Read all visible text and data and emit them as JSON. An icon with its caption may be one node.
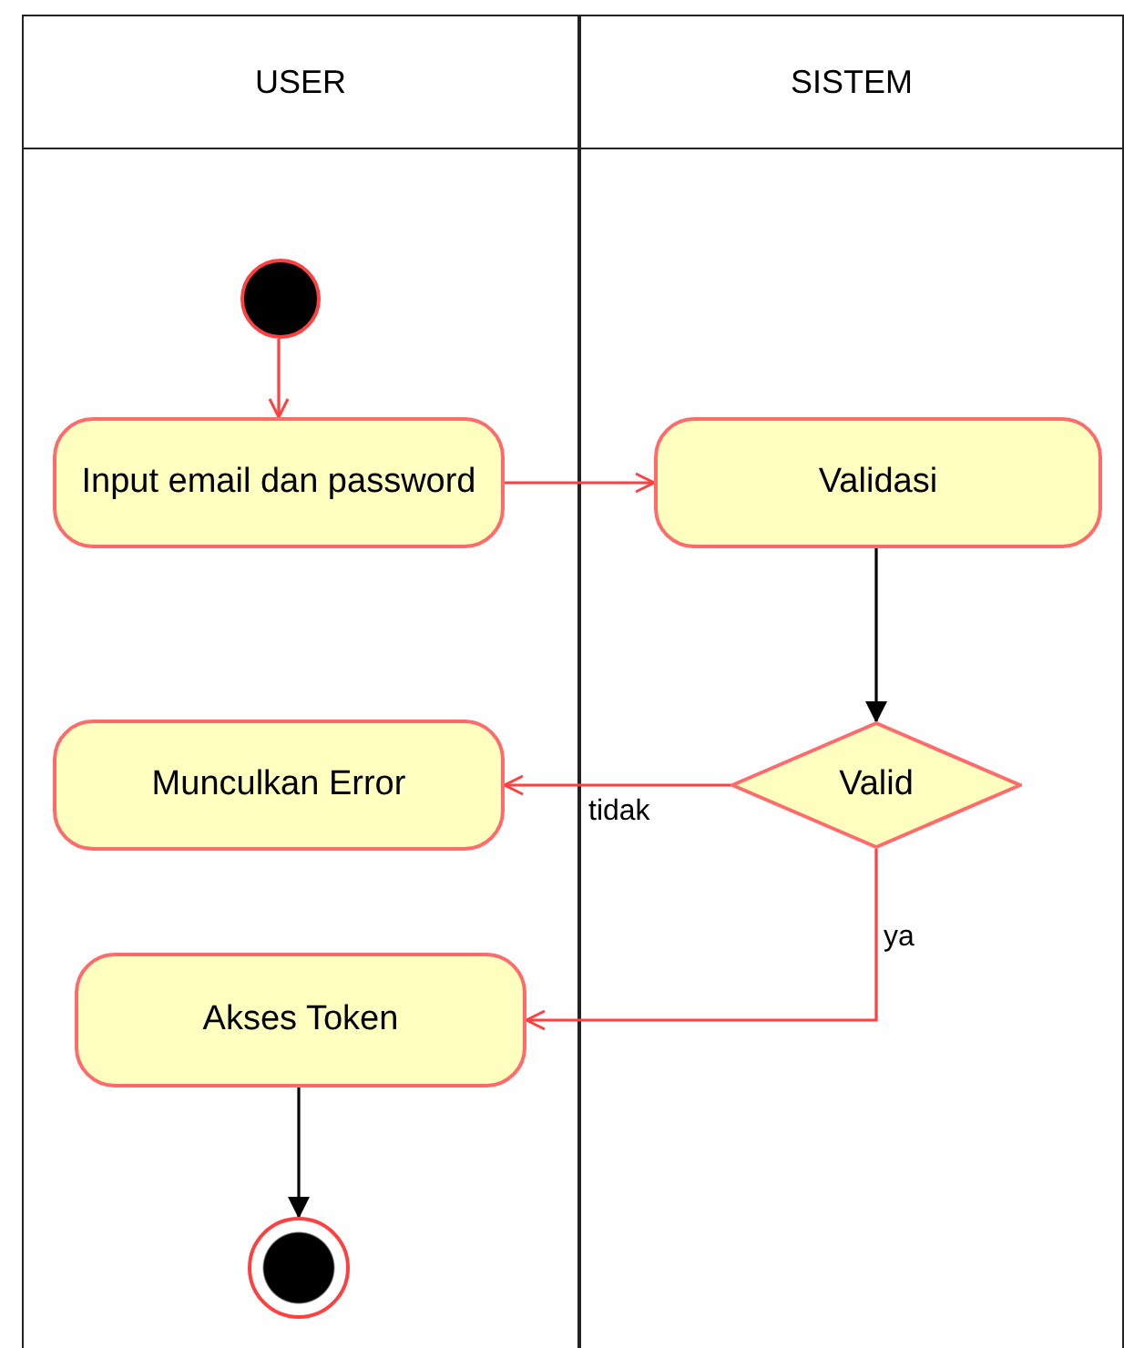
{
  "diagram": {
    "nodes": [
      {
        "text": [
          "USER"
        ]
      },
      {
        "text": [
          "SISTEM"
        ]
      },
      {
        "text": [],
        "shape": "circle",
        "in": 0
      },
      {
        "text": [
          "Input email dan password"
        ],
        "in": 0
      },
      {
        "text": [
          "Validasi"
        ],
        "in": 1
      },
      {
        "text": [
          "Valid"
        ],
        "in": 1
      },
      {
        "text": [
          "Munculkan Error"
        ],
        "in": 0
      },
      {
        "text": [
          "Akses Token"
        ],
        "in": 0
      },
      {
        "text": [],
        "shape": "circle",
        "in": 0
      }
    ],
    "edges": [
      {
        "from": 2,
        "to": 3,
        "arrow": "to"
      },
      {
        "from": 3,
        "to": 4,
        "arrow": "to"
      },
      {
        "from": 4,
        "to": 5,
        "arrow": "to",
        "color": "#000000"
      },
      {
        "from": 5,
        "to": 6,
        "arrow": "to",
        "label": "tidak"
      },
      {
        "from": 5,
        "to": 7,
        "arrow": "to",
        "label": "ya"
      },
      {
        "from": 7,
        "to": 8,
        "arrow": "to",
        "color": "#000000"
      }
    ]
  }
}
